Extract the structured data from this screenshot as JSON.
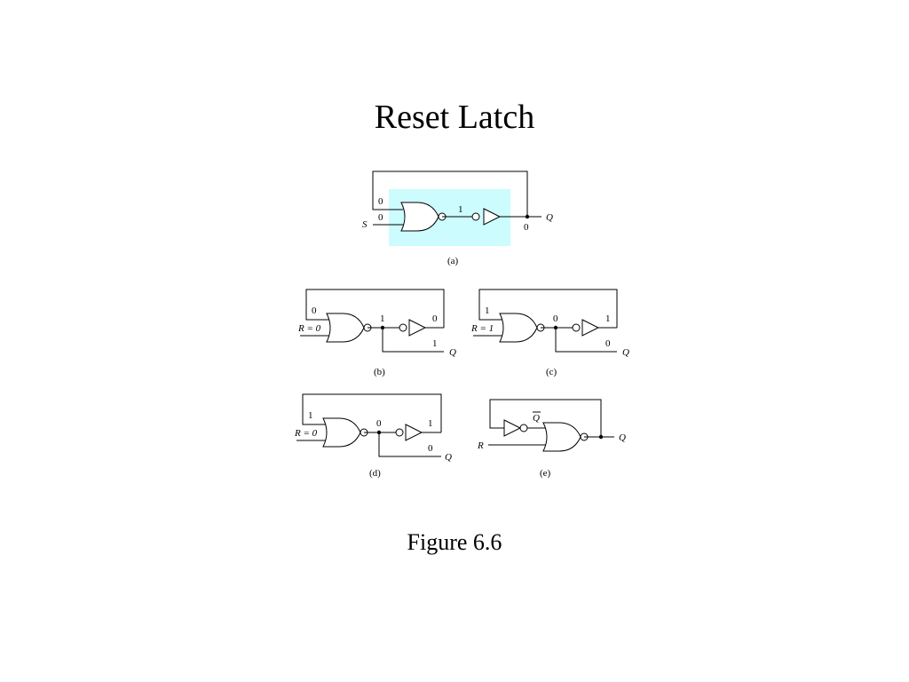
{
  "title": "Reset Latch",
  "caption": "Figure 6.6",
  "colors": {
    "highlight": "#ccfcfe"
  },
  "panels": {
    "a": {
      "caption": "(a)",
      "input_top": "0",
      "input_bottom": "0",
      "s_label": "S",
      "mid": "1",
      "q_value": "0",
      "q_label": "Q"
    },
    "b": {
      "caption": "(b)",
      "fb": "0",
      "r_label": "R = 0",
      "mid": "1",
      "out_top": "0",
      "q_value": "1",
      "q_label": "Q"
    },
    "c": {
      "caption": "(c)",
      "fb": "1",
      "r_label": "R = 1",
      "mid": "0",
      "out_top": "1",
      "q_value": "0",
      "q_label": "Q"
    },
    "d": {
      "caption": "(d)",
      "fb": "1",
      "r_label": "R = 0",
      "mid": "0",
      "out_top": "1",
      "q_value": "0",
      "q_label": "Q"
    },
    "e": {
      "caption": "(e)",
      "qbar_label": "Q",
      "r_label": "R",
      "q_label": "Q"
    }
  },
  "icons": [
    "nor-gate-icon",
    "not-gate-icon",
    "buffer-icon"
  ]
}
